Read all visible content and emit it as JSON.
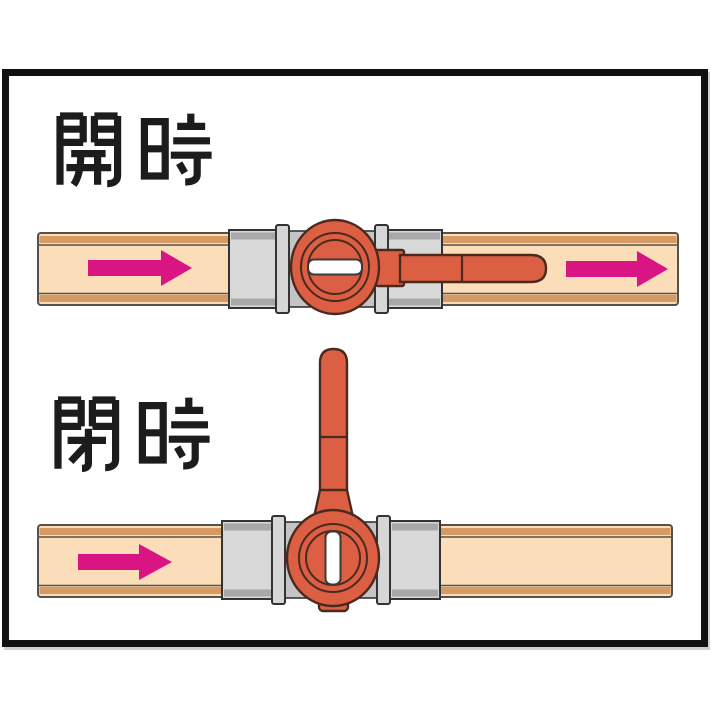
{
  "diagram": {
    "sections": [
      {
        "id": "open",
        "label": "開時",
        "handle_orientation": "horizontal",
        "slot_orientation": "horizontal",
        "arrows": [
          "right",
          "right"
        ]
      },
      {
        "id": "closed",
        "label": "閉時",
        "handle_orientation": "vertical",
        "slot_orientation": "vertical",
        "arrows": [
          "right"
        ]
      }
    ]
  },
  "icons": [
    "flow-arrow-icon",
    "valve-handle-icon",
    "valve-slot-indicator"
  ],
  "colors": {
    "frame_border": "#111111",
    "label_text": "#1c1c1c",
    "pipe_fill": "#FBDDB9",
    "pipe_stripe": "#D69A62",
    "pipe_outline": "#55524A",
    "fitting_gray": "#D8D8D8",
    "fitting_gray_dark": "#A8A8A8",
    "fitting_gray_mid": "#C4C4C4",
    "fitting_collar": "#D6D6D6",
    "fitting_outline": "#333333",
    "valve_red": "#DC5F44",
    "valve_outline": "#4A2A1F",
    "slot_white": "#FFFFFF",
    "arrow_pink": "#D91583",
    "page_bg": "#FFFFFF"
  }
}
